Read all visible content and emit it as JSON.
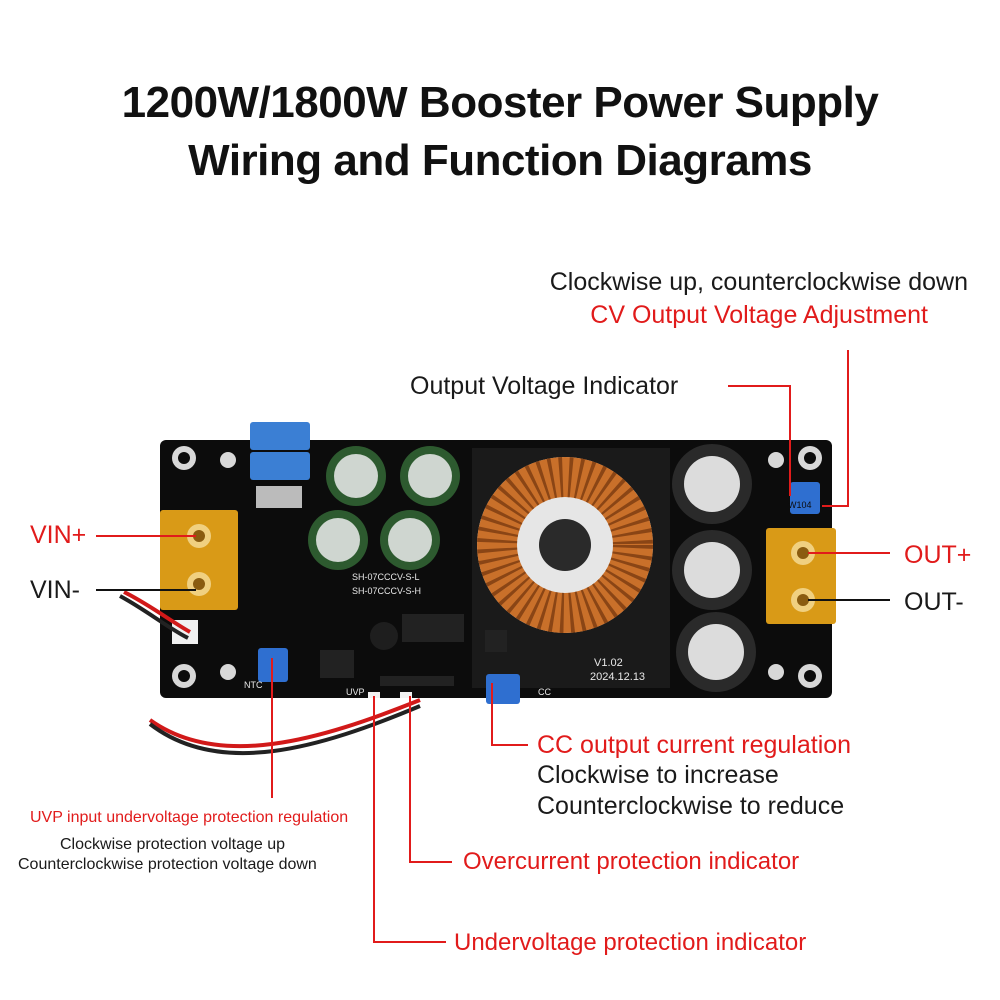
{
  "title": {
    "line1": "1200W/1800W Booster Power Supply",
    "line2": "Wiring and Function Diagrams"
  },
  "labels": {
    "cv_hint": "Clockwise up, counterclockwise down",
    "cv_adjust": "CV Output Voltage Adjustment",
    "out_voltage_indicator": "Output Voltage Indicator",
    "vin_plus": "VIN+",
    "vin_minus": "VIN-",
    "out_plus": "OUT+",
    "out_minus": "OUT-",
    "cc_regulation": "CC output current regulation",
    "cc_increase": "Clockwise to increase",
    "cc_reduce": "Counterclockwise to reduce",
    "uvp_regulation": "UVP input undervoltage protection regulation",
    "uvp_up": "Clockwise protection voltage up",
    "uvp_down": "Counterclockwise protection voltage down",
    "ocp_indicator": "Overcurrent protection indicator",
    "uvp_indicator": "Undervoltage protection indicator"
  },
  "board": {
    "version": "V1.02",
    "date": "2024.12.13",
    "model_l": "SH-07CCCV-S-L",
    "model_h": "SH-07CCCV-S-H",
    "pot_code": "W104",
    "silk_uvp": "UVP",
    "silk_cc": "CC",
    "silk_ntc": "NTC"
  },
  "colors": {
    "pcb": "#0c0c0c",
    "callout_red": "#e11b1b",
    "terminal_amber": "#d99a17",
    "trimmer_blue": "#2f6fd0",
    "coil_copper": "#c9702a"
  }
}
